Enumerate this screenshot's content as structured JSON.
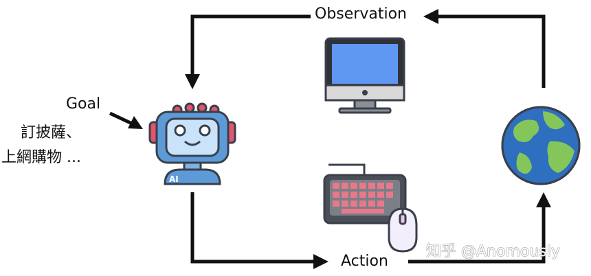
{
  "labels": {
    "observation": "Observation",
    "action": "Action",
    "goal": "Goal",
    "goal_example_line1": "訂披薩、",
    "goal_example_line2": "上網購物 ..."
  },
  "watermark": "知乎 @Anomously",
  "icons": {
    "robot": "robot-icon",
    "monitor": "monitor-icon",
    "keyboard": "keyboard-icon",
    "mouse": "mouse-icon",
    "globe": "globe-icon"
  },
  "colors": {
    "arrow": "#111111",
    "robot_body": "#5d9bd8",
    "monitor_screen": "#5f98f2",
    "keyboard_keys": "#e8788a",
    "globe_ocean": "#2e6fbf",
    "globe_land": "#84c65a"
  }
}
